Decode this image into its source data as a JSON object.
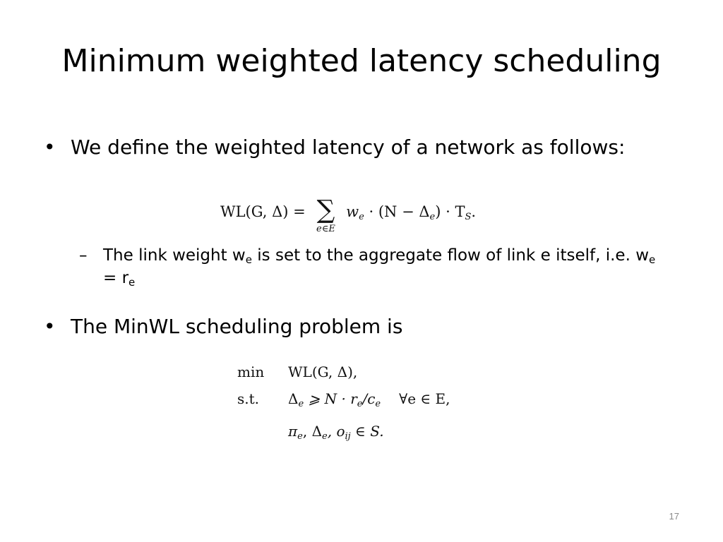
{
  "slide": {
    "title": "Minimum weighted latency scheduling",
    "bullet1": "We define the weighted latency of a network as follows:",
    "equation1": {
      "lhs": "WL(G, Δ) =",
      "sum_symbol": "∑",
      "sum_index": "e∈E",
      "w": "w",
      "w_sub": "e",
      "mid": " · (N − Δ",
      "delta_sub": "e",
      "rhs_close": ") · T",
      "t_sub": "S",
      "end": "."
    },
    "sub_bullet": {
      "marker": "–",
      "part1": "The link weight w",
      "sub1": "e",
      "part2": " is set to the aggregate flow of link e itself, i.e. w",
      "sub2": "e",
      "part3": " = r",
      "sub3": "e"
    },
    "bullet2": "The MinWL scheduling problem is",
    "equation2": {
      "row1_label": "min",
      "row1_expr": "WL(G, Δ),",
      "row2_label": "s.t.",
      "row2_delta": "Δ",
      "row2_delta_sub": "e",
      "row2_rel": " ⩾ N · r",
      "row2_r_sub": "e",
      "row2_slash": "/c",
      "row2_c_sub": "e",
      "row2_forall": "∀e ∈ E,",
      "row3_pi": "π",
      "row3_pi_sub": "e",
      "row3_mid": ", Δ",
      "row3_delta_sub": "e",
      "row3_o": ", o",
      "row3_o_sub": "ij",
      "row3_end": " ∈ S."
    },
    "page_number": "17",
    "bullet_marker": "•"
  }
}
